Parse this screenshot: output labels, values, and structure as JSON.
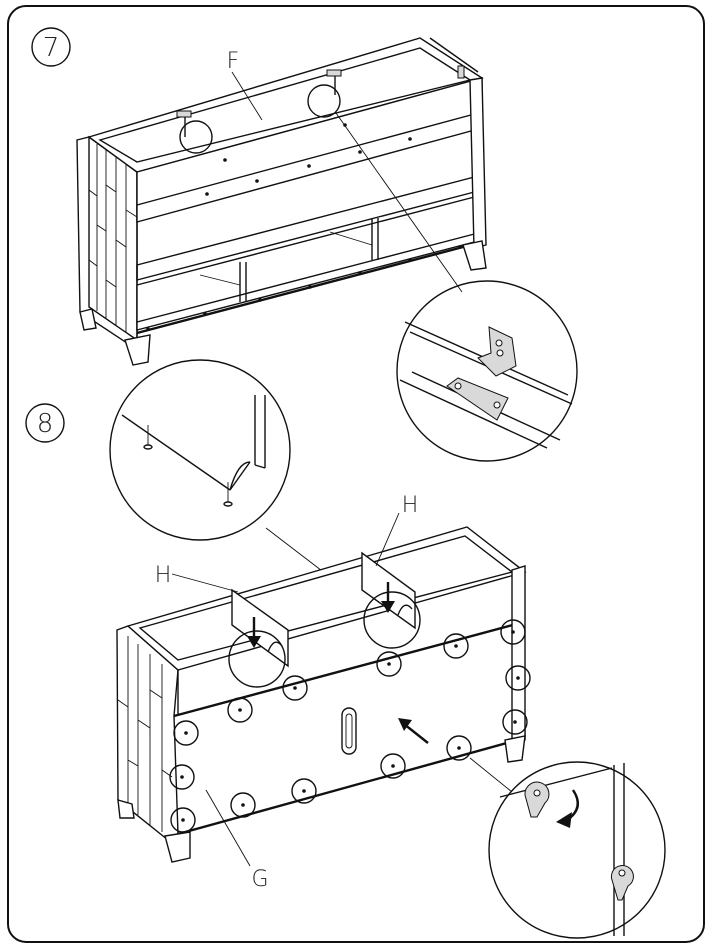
{
  "header": {
    "title_fragment": ""
  },
  "steps": [
    {
      "number": "7",
      "labels": {
        "panel": "F"
      }
    },
    {
      "number": "8",
      "labels": {
        "back_panel": "G",
        "divider_left": "H",
        "divider_right": "H"
      }
    }
  ],
  "icons": {
    "step7": [
      "cabinet-illustration",
      "bracket-detail-zoom"
    ],
    "step8": [
      "cabinet-back-illustration",
      "divider-notch-zoom",
      "keyhole-hanger-zoom",
      "direction-arrow",
      "rotate-arrow",
      "down-arrow"
    ]
  }
}
